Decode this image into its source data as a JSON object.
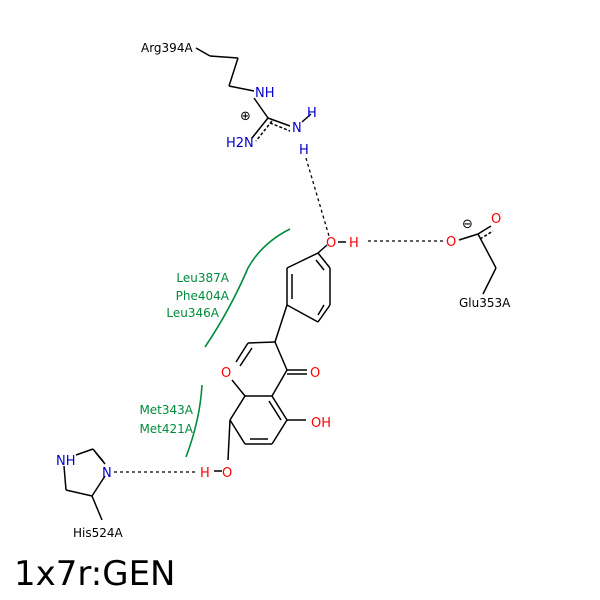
{
  "title": "1x7r:GEN",
  "colors": {
    "bond": "#000000",
    "nitrogen": "#0000cc",
    "oxygen": "#ff0000",
    "hydrophobic": "#008c3c",
    "hbond": "#000000"
  },
  "residues": {
    "arg": "Arg394A",
    "glu": "Glu353A",
    "his": "His524A"
  },
  "hydrophobic": {
    "group1": [
      "Leu387A",
      "Phe404A",
      "Leu346A"
    ],
    "group2": [
      "Met343A",
      "Met421A"
    ]
  },
  "atoms": {
    "nh": "NH",
    "n": "N",
    "h": "H",
    "h2n": "H2N",
    "o": "O",
    "oh": "OH",
    "his_nh": "NH",
    "his_n": "N"
  },
  "charges": {
    "plus": "⊕",
    "minus": "⊖"
  }
}
